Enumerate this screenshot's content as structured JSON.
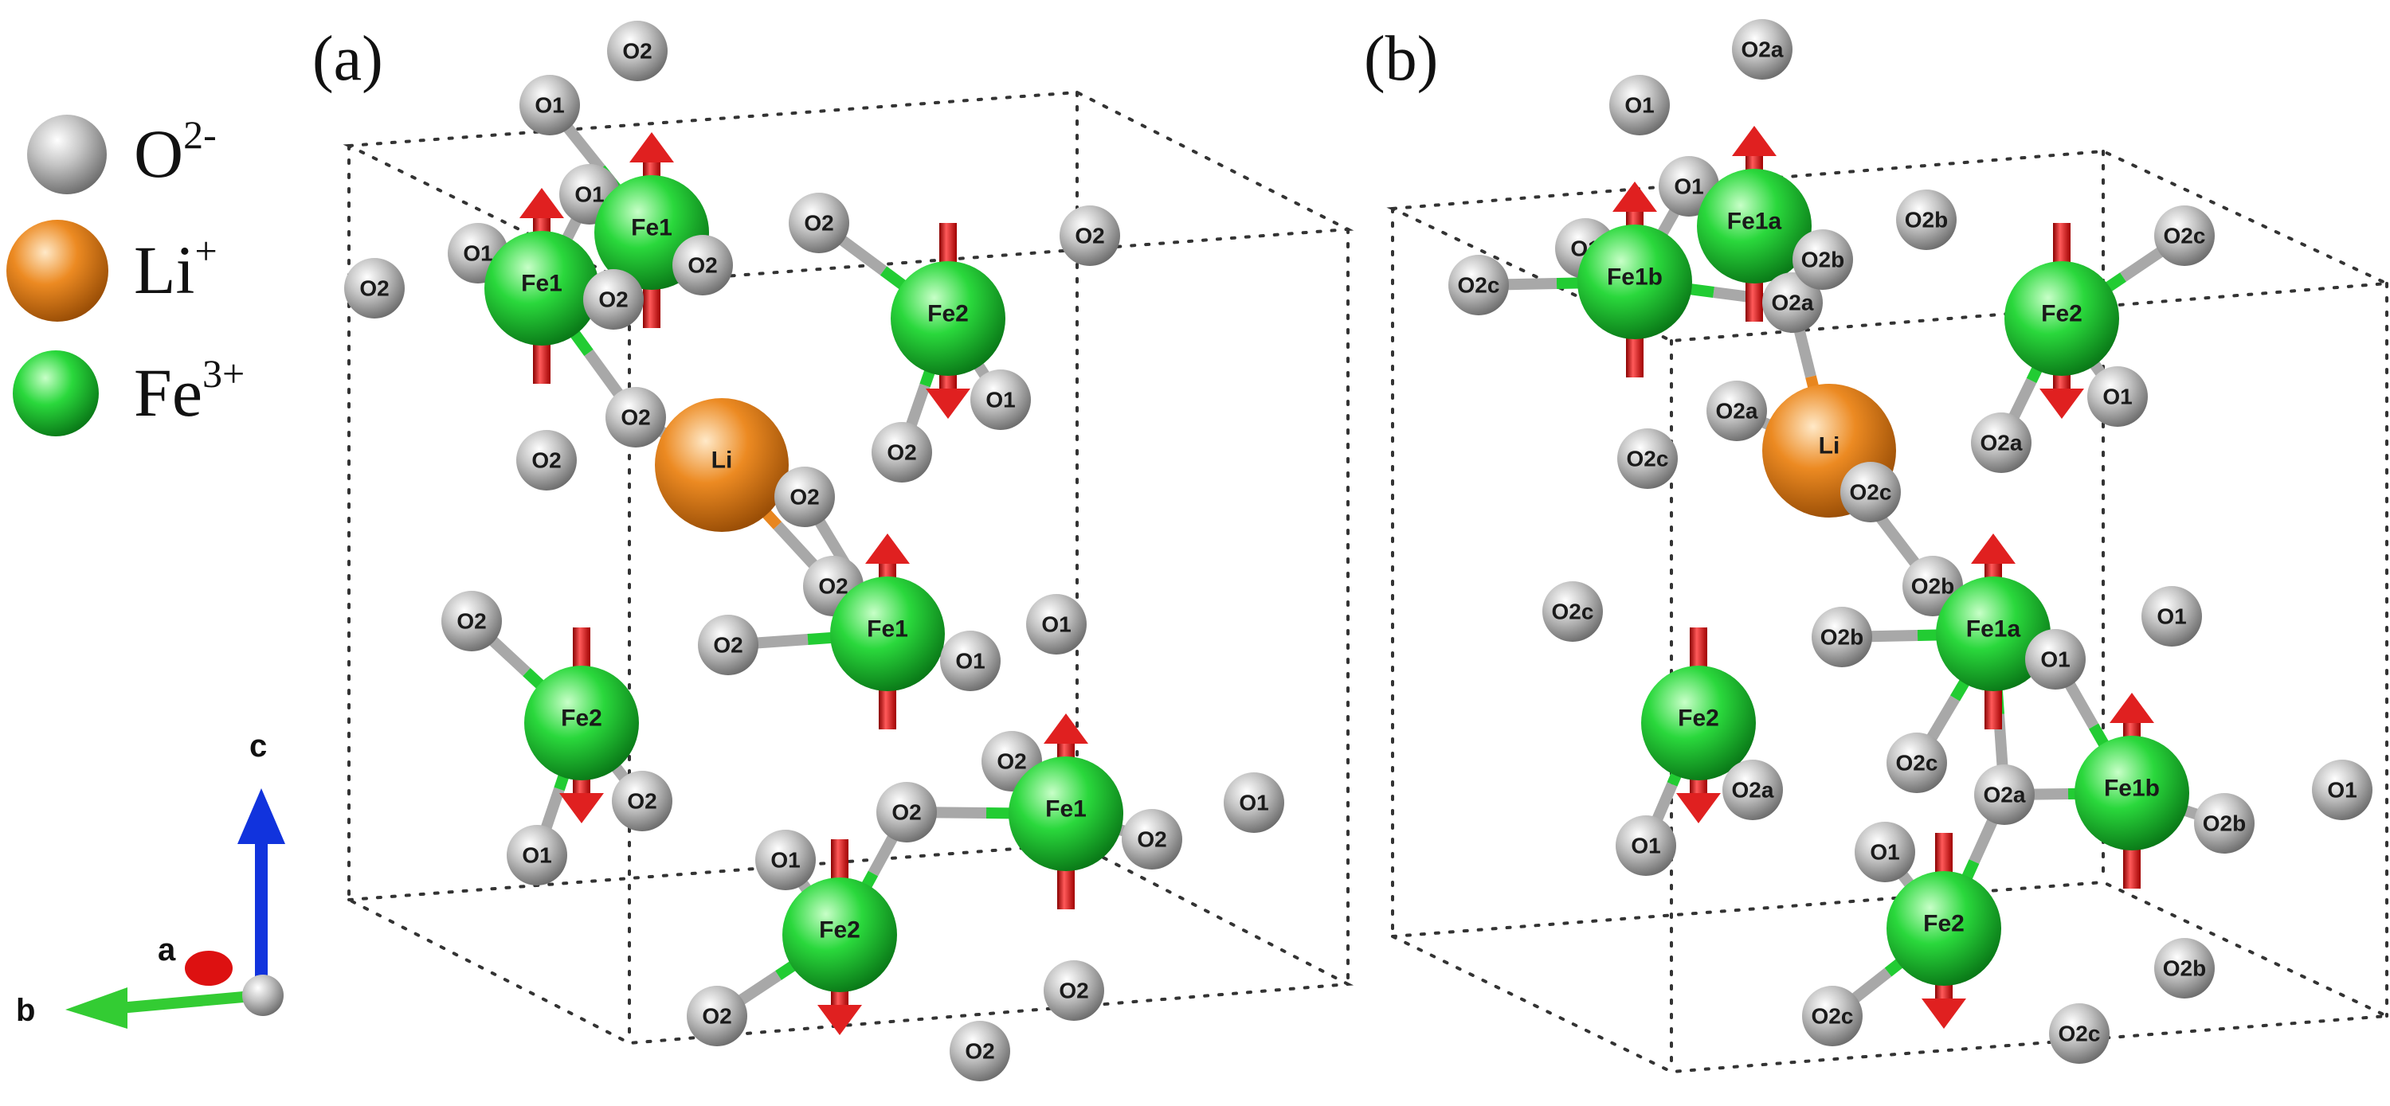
{
  "colors": {
    "oxygen": "#b8b8b8",
    "lithium": "#e8861f",
    "iron": "#22cc33",
    "spin_arrow": "#e02020",
    "axis_c": "#1133dd",
    "axis_b": "#33cc33",
    "axis_a": "#dd1111"
  },
  "legend": [
    {
      "symbol": "O",
      "charge": "2-",
      "color": "#b8b8b8"
    },
    {
      "symbol": "Li",
      "charge": "+",
      "color": "#e8861f"
    },
    {
      "symbol": "Fe",
      "charge": "3+",
      "color": "#22cc33"
    }
  ],
  "axes": {
    "c": "c",
    "a": "a",
    "b": "b"
  },
  "panels": [
    {
      "id": "a",
      "label": "(a)",
      "atoms": [
        {
          "el": "O",
          "label": "O2"
        },
        {
          "el": "O",
          "label": "O1"
        },
        {
          "el": "O",
          "label": "O1"
        },
        {
          "el": "O",
          "label": "O1"
        },
        {
          "el": "O",
          "label": "O2"
        },
        {
          "el": "Fe",
          "label": "Fe1",
          "spin": "up"
        },
        {
          "el": "Fe",
          "label": "Fe1",
          "spin": "up"
        },
        {
          "el": "O",
          "label": "O2"
        },
        {
          "el": "O",
          "label": "O2"
        },
        {
          "el": "O",
          "label": "O2"
        },
        {
          "el": "O",
          "label": "O2"
        },
        {
          "el": "Fe",
          "label": "Fe2",
          "spin": "down"
        },
        {
          "el": "O",
          "label": "O1"
        },
        {
          "el": "O",
          "label": "O2"
        },
        {
          "el": "O",
          "label": "O2"
        },
        {
          "el": "Li",
          "label": "Li"
        },
        {
          "el": "O",
          "label": "O2"
        },
        {
          "el": "O",
          "label": "O2"
        },
        {
          "el": "O",
          "label": "O2"
        },
        {
          "el": "O",
          "label": "O2"
        },
        {
          "el": "O",
          "label": "O2"
        },
        {
          "el": "Fe",
          "label": "Fe1",
          "spin": "up"
        },
        {
          "el": "O",
          "label": "O1"
        },
        {
          "el": "O",
          "label": "O1"
        },
        {
          "el": "Fe",
          "label": "Fe2",
          "spin": "down"
        },
        {
          "el": "O",
          "label": "O2"
        },
        {
          "el": "O",
          "label": "O1"
        },
        {
          "el": "O",
          "label": "O2"
        },
        {
          "el": "O",
          "label": "O2"
        },
        {
          "el": "Fe",
          "label": "Fe1",
          "spin": "up"
        },
        {
          "el": "O",
          "label": "O2"
        },
        {
          "el": "O",
          "label": "O1"
        },
        {
          "el": "O",
          "label": "O1"
        },
        {
          "el": "Fe",
          "label": "Fe2",
          "spin": "down"
        },
        {
          "el": "O",
          "label": "O2"
        },
        {
          "el": "O",
          "label": "O2"
        },
        {
          "el": "O",
          "label": "O2"
        }
      ]
    },
    {
      "id": "b",
      "label": "(b)",
      "atoms": [
        {
          "el": "O",
          "label": "O2a"
        },
        {
          "el": "O",
          "label": "O1"
        },
        {
          "el": "O",
          "label": "O1"
        },
        {
          "el": "O",
          "label": "O1"
        },
        {
          "el": "O",
          "label": "O2c"
        },
        {
          "el": "Fe",
          "label": "Fe1a",
          "spin": "up"
        },
        {
          "el": "Fe",
          "label": "Fe1b",
          "spin": "up"
        },
        {
          "el": "O",
          "label": "O2b"
        },
        {
          "el": "O",
          "label": "O2a"
        },
        {
          "el": "O",
          "label": "O2b"
        },
        {
          "el": "O",
          "label": "O2c"
        },
        {
          "el": "Fe",
          "label": "Fe2",
          "spin": "down"
        },
        {
          "el": "O",
          "label": "O1"
        },
        {
          "el": "O",
          "label": "O2a"
        },
        {
          "el": "O",
          "label": "O2c"
        },
        {
          "el": "Li",
          "label": "Li"
        },
        {
          "el": "O",
          "label": "O2c"
        },
        {
          "el": "O",
          "label": "O2a"
        },
        {
          "el": "O",
          "label": "O2c"
        },
        {
          "el": "O",
          "label": "O2b"
        },
        {
          "el": "O",
          "label": "O2b"
        },
        {
          "el": "Fe",
          "label": "Fe1a",
          "spin": "up"
        },
        {
          "el": "O",
          "label": "O1"
        },
        {
          "el": "O",
          "label": "O1"
        },
        {
          "el": "Fe",
          "label": "Fe2",
          "spin": "down"
        },
        {
          "el": "O",
          "label": "O2a"
        },
        {
          "el": "O",
          "label": "O1"
        },
        {
          "el": "O",
          "label": "O2c"
        },
        {
          "el": "O",
          "label": "O2a"
        },
        {
          "el": "Fe",
          "label": "Fe1b",
          "spin": "up"
        },
        {
          "el": "O",
          "label": "O2b"
        },
        {
          "el": "O",
          "label": "O1"
        },
        {
          "el": "O",
          "label": "O1"
        },
        {
          "el": "Fe",
          "label": "Fe2",
          "spin": "down"
        },
        {
          "el": "O",
          "label": "O2b"
        },
        {
          "el": "O",
          "label": "O2c"
        },
        {
          "el": "O",
          "label": "O2c"
        }
      ]
    }
  ]
}
